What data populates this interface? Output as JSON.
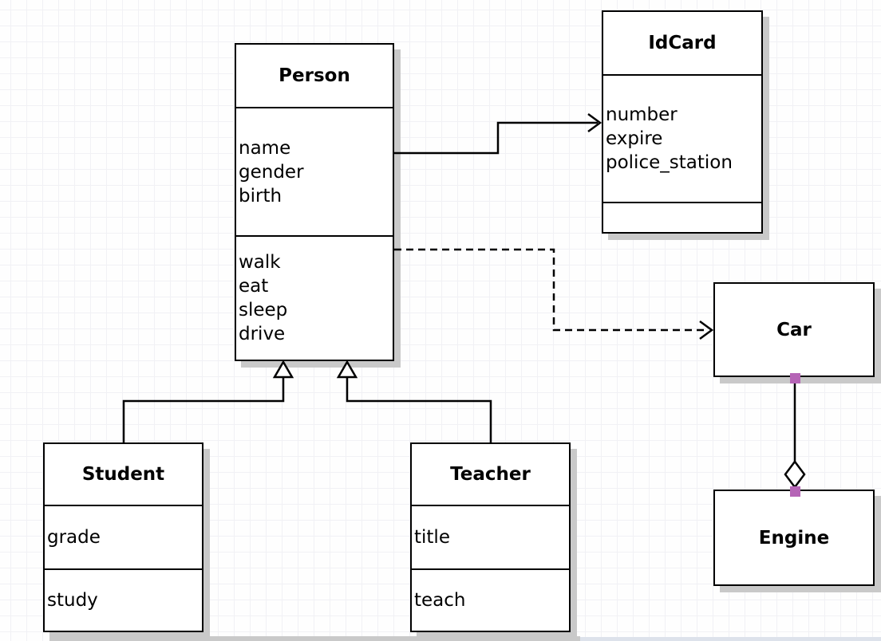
{
  "diagram": {
    "kind": "uml-class-diagram",
    "classes": [
      {
        "id": "person",
        "name": "Person",
        "attributes": [
          "name",
          "gender",
          "birth"
        ],
        "methods": [
          "walk",
          "eat",
          "sleep",
          "drive"
        ]
      },
      {
        "id": "idcard",
        "name": "IdCard",
        "attributes": [
          "number",
          "expire",
          "police_station"
        ],
        "methods": []
      },
      {
        "id": "car",
        "name": "Car",
        "attributes": [],
        "methods": []
      },
      {
        "id": "engine",
        "name": "Engine",
        "attributes": [],
        "methods": []
      },
      {
        "id": "student",
        "name": "Student",
        "attributes": [
          "grade"
        ],
        "methods": [
          "study"
        ]
      },
      {
        "id": "teacher",
        "name": "Teacher",
        "attributes": [
          "title"
        ],
        "methods": [
          "teach"
        ]
      }
    ],
    "relationships": [
      {
        "from": "Person",
        "to": "IdCard",
        "type": "association",
        "line": "solid",
        "head": "open-arrow"
      },
      {
        "from": "Person",
        "to": "Car",
        "type": "dependency",
        "line": "dashed",
        "head": "open-arrow"
      },
      {
        "from": "Student",
        "to": "Person",
        "type": "inheritance",
        "line": "solid",
        "head": "hollow-triangle"
      },
      {
        "from": "Teacher",
        "to": "Person",
        "type": "inheritance",
        "line": "solid",
        "head": "hollow-triangle"
      },
      {
        "from": "Car",
        "to": "Engine",
        "type": "aggregation",
        "line": "solid",
        "head": "hollow-diamond",
        "endpoint_markers": "pink-squares"
      }
    ],
    "colors": {
      "box_border": "#000000",
      "box_fill": "#ffffff",
      "shadow": "#c9c9c9",
      "grid_line": "#f1f1f5",
      "endpoint_marker": "#b564b6",
      "text": "#000000"
    }
  }
}
